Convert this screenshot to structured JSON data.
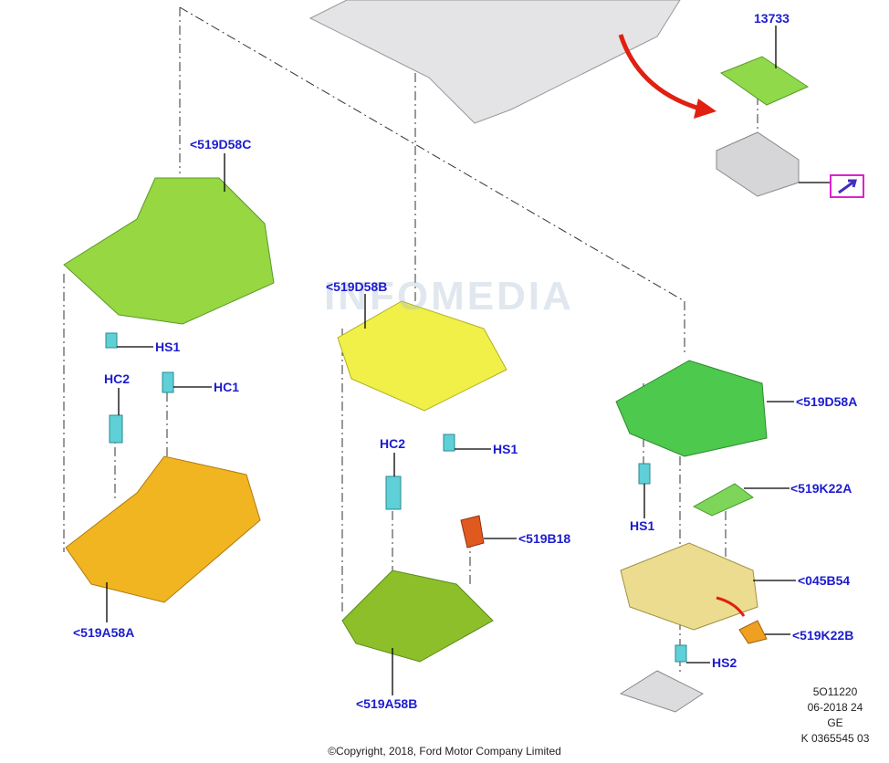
{
  "watermark": "INFOMEDIA",
  "labels": {
    "p13733": "13733",
    "p519D58C": "<519D58C",
    "p519D58B": "<519D58B",
    "p519D58A": "<519D58A",
    "hs1_left": "HS1",
    "hc2_left": "HC2",
    "hc1_left": "HC1",
    "p519A58A": "<519A58A",
    "hc2_mid": "HC2",
    "hs1_mid": "HS1",
    "p519B18": "<519B18",
    "p519A58B": "<519A58B",
    "hs1_right": "HS1",
    "p519K22A": "<519K22A",
    "p045B54": "<045B54",
    "p519K22B": "<519K22B",
    "hs2_right": "HS2"
  },
  "reference": [
    "5O11220",
    "06-2018 24",
    "GE",
    "K 0365545 03"
  ],
  "copyright": "©Copyright, 2018, Ford Motor Company Limited",
  "colors": {
    "label": "#1c1ccf",
    "highlight": "#e020d0",
    "arrow": "#e02010"
  }
}
